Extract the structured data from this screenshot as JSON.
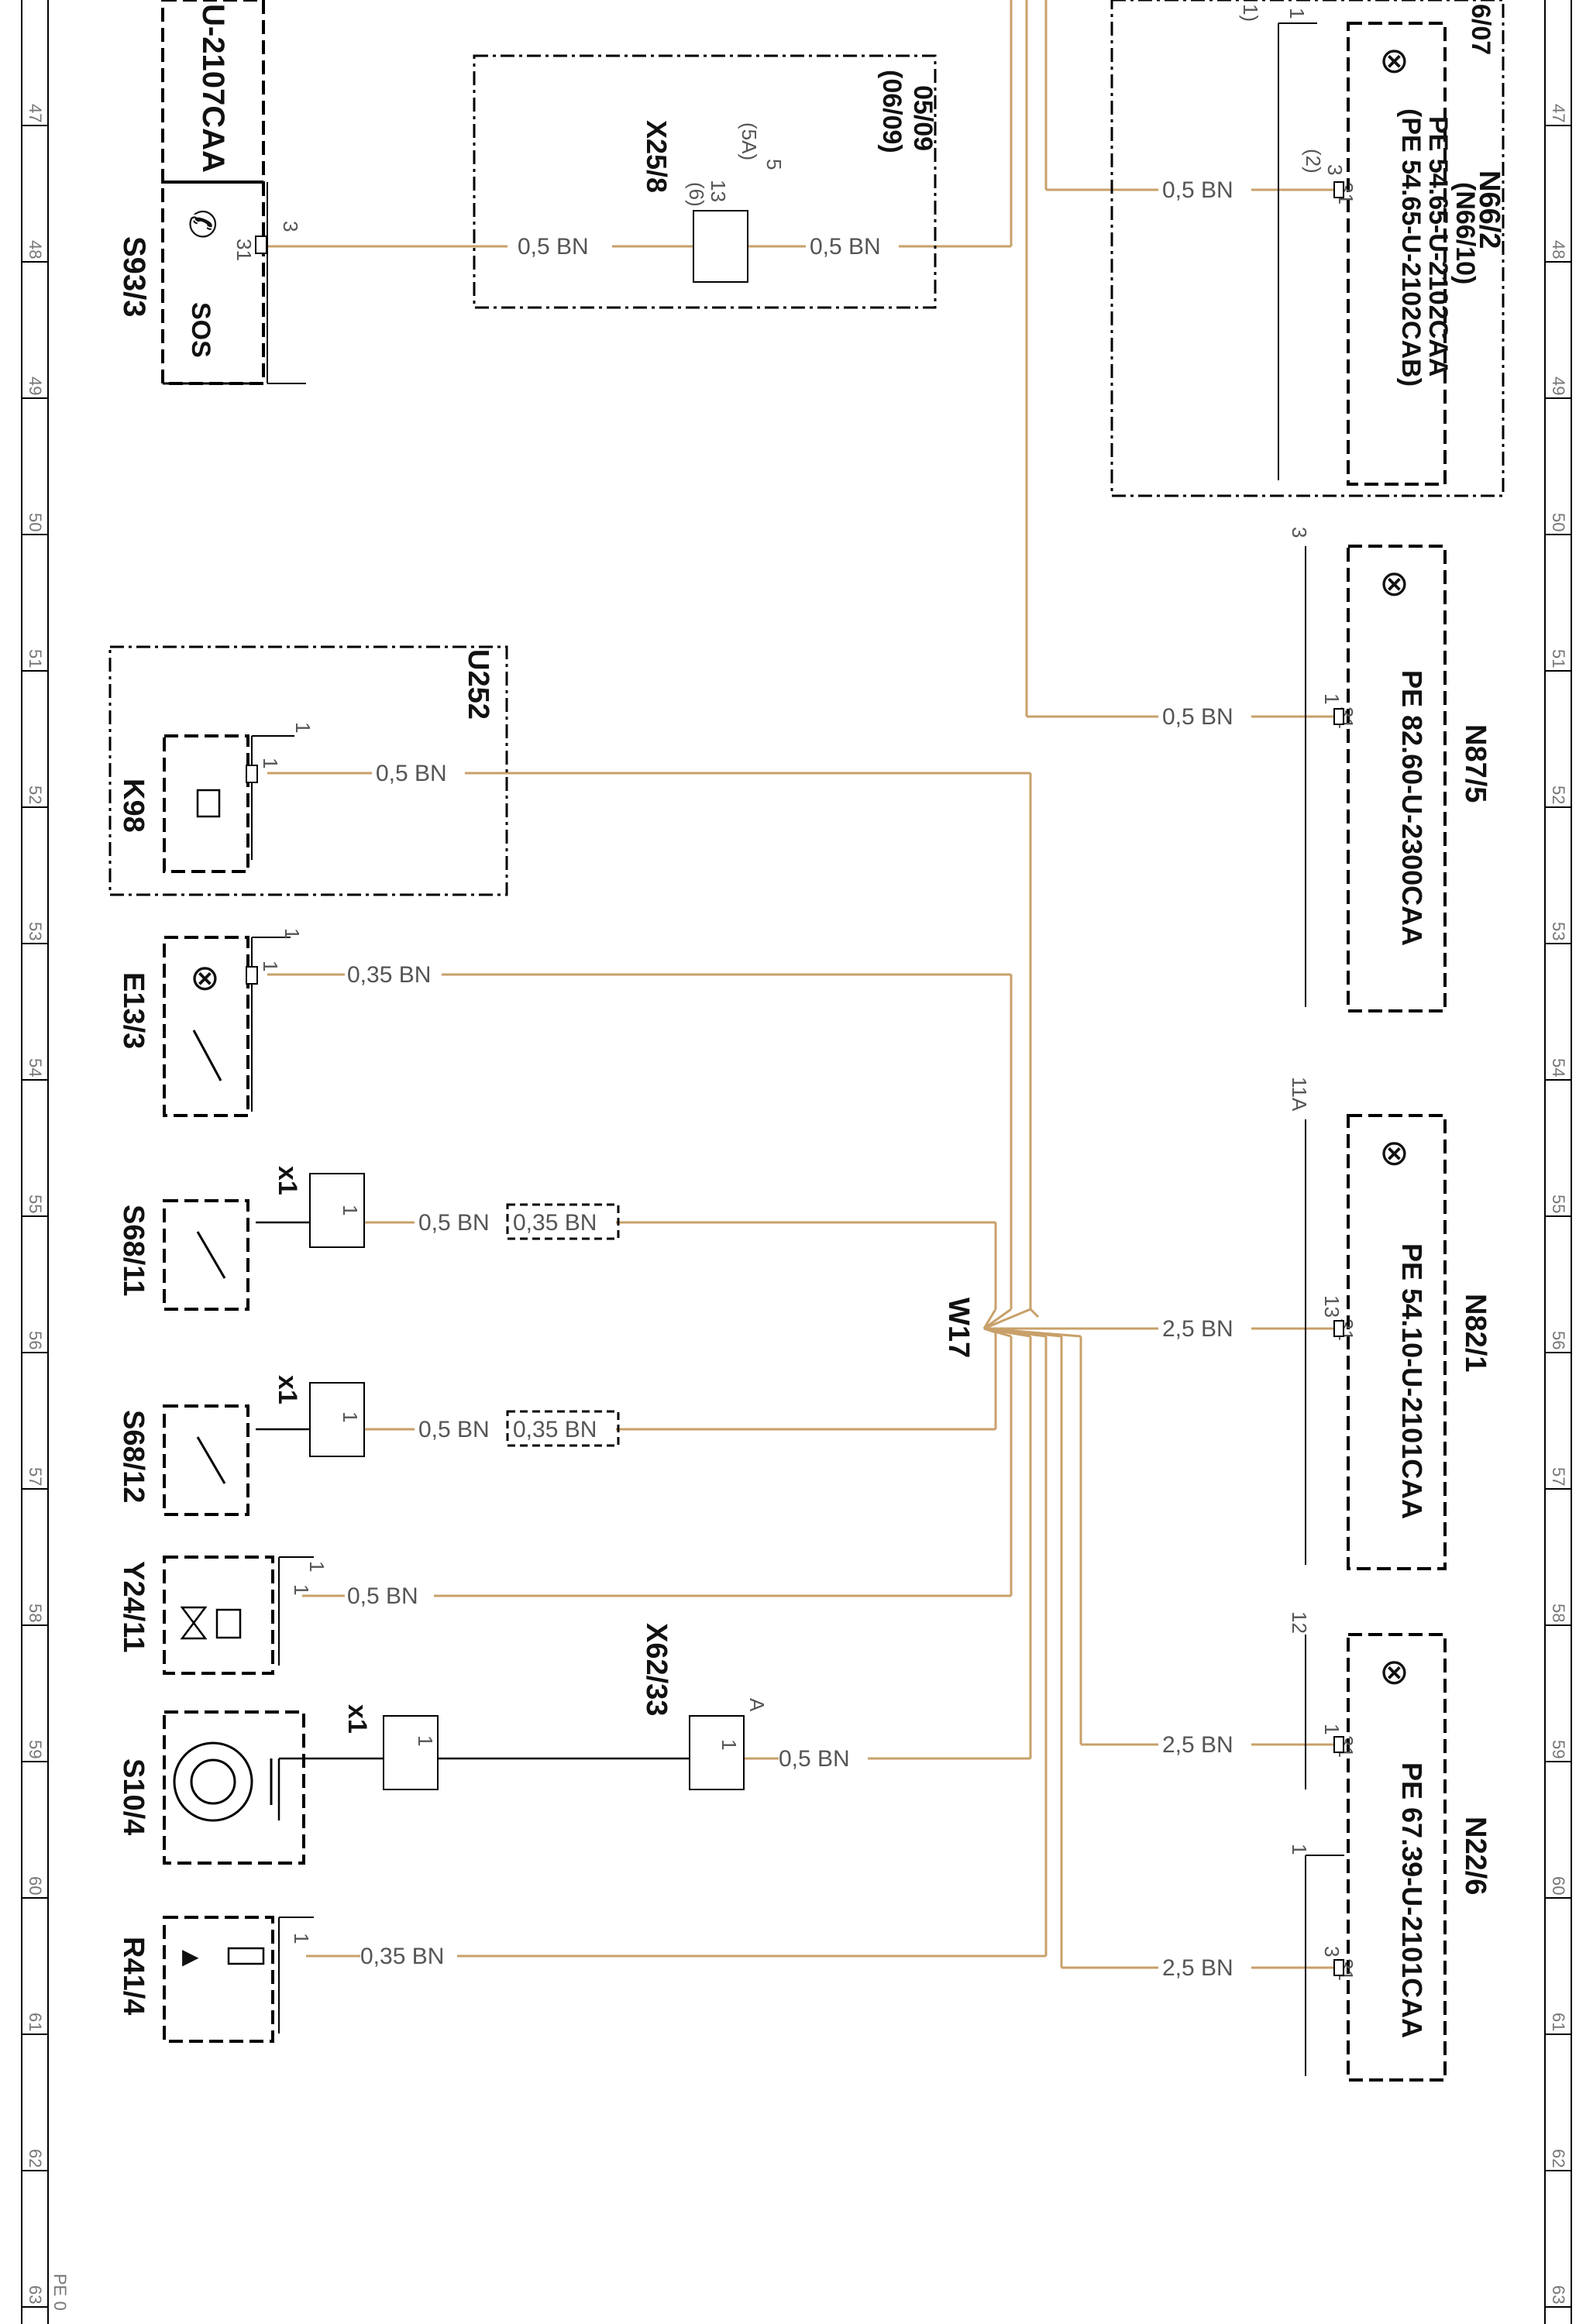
{
  "colors": {
    "wire": "#c8a06a",
    "ink": "#111111",
    "frame": "#000000"
  },
  "row_numbers": [
    "47",
    "48",
    "49",
    "50",
    "51",
    "52",
    "53",
    "54",
    "55",
    "56",
    "57",
    "58",
    "59",
    "60",
    "61",
    "62",
    "63"
  ],
  "page_ref": "PE 0",
  "harness": "W17",
  "components": {
    "u2107": {
      "code": "U-2107CAA"
    },
    "s93": {
      "code": "S93/3",
      "sos": "SOS",
      "pin": "31",
      "pin_top": "3"
    },
    "x25": {
      "code": "X25/8",
      "pin_a": "5",
      "pin_a2": "(5A)",
      "pin_b": "13",
      "pin_b2": "(6)",
      "date_a": "05/09",
      "date_b": "(06/09)"
    },
    "n66": {
      "code": "N66/2",
      "code2": "(N66/10)",
      "date": "6/07",
      "ref1": "PE  54.65-U-2102CAA",
      "ref2": "(PE  54.65-U-2102CAB)",
      "pin": "31",
      "pin_top": "3",
      "pin_top2": "(2)",
      "pin_1": "1",
      "paren_1": "1)"
    },
    "n87": {
      "code": "N87/5",
      "ref": "PE  82.60-U-2300CAA",
      "pin": "31",
      "pin_top": "1",
      "pin_3": "3"
    },
    "u252": {
      "code": "U252"
    },
    "k98": {
      "code": "K98",
      "pin": "1",
      "pin_top": "1"
    },
    "e13": {
      "code": "E13/3",
      "pin": "1",
      "pin_top": "1"
    },
    "s68_11": {
      "code": "S68/11",
      "conn": "x1",
      "pin": "1"
    },
    "s68_12": {
      "code": "S68/12",
      "conn": "x1",
      "pin": "1"
    },
    "y24": {
      "code": "Y24/11",
      "pin": "1",
      "pin_top": "1"
    },
    "s10": {
      "code": "S10/4",
      "conn": "x1",
      "pin": "1"
    },
    "x62": {
      "code": "X62/33",
      "pin": "1",
      "pin_top": "A"
    },
    "r41": {
      "code": "R41/4",
      "pin": "1"
    },
    "n82": {
      "code": "N82/1",
      "ref": "PE  54.10-U-2101CAA",
      "pin": "31",
      "pin_top": "13",
      "pin_11a": "11A"
    },
    "n22": {
      "code": "N22/6",
      "ref": "PE  67.39-U-2101CAA",
      "pin_a": "31",
      "pin_a_top": "1",
      "pin_b": "31",
      "pin_b_top": "3",
      "pin_12": "12",
      "pin_1": "1"
    }
  },
  "wires": {
    "s93_x25": "0,5 BN",
    "x25_trunk": "0,5 BN",
    "trunk_n66": "0,5 BN",
    "trunk_n87": "0,5 BN",
    "k98": "0,5 BN",
    "e13": "0,35 BN",
    "s68_11": "0,5 BN",
    "s68_11_alt": "0,35 BN",
    "s68_12": "0,5 BN",
    "s68_12_alt": "0,35 BN",
    "y24": "0,5 BN",
    "x62": "0,5 BN",
    "r41": "0,35 BN",
    "n82": "2,5 BN",
    "n22_a": "2,5 BN",
    "n22_b": "2,5 BN"
  }
}
